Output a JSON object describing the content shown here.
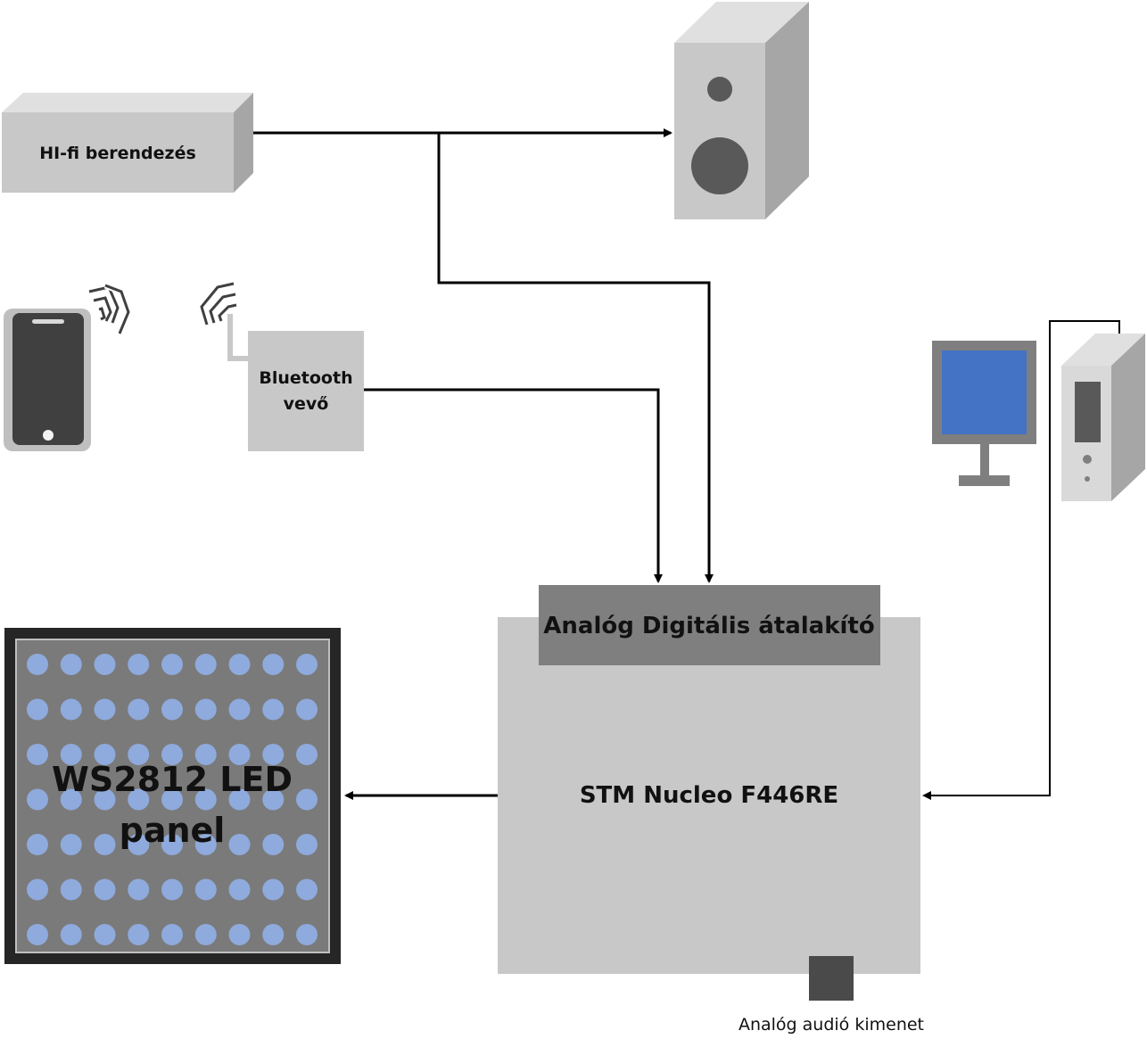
{
  "labels": {
    "hifi": "HI-fi berendezés",
    "bluetooth_line1": "Bluetooth",
    "bluetooth_line2": "vevő",
    "adc": "Analóg Digitális átalakító",
    "nucleo": "STM Nucleo F446RE",
    "led_line1": "WS2812 LED",
    "led_line2": "panel",
    "audio_out": "Analóg audió kimenet"
  },
  "icons": [
    "speaker-icon",
    "smartphone-icon",
    "wireless-signal-icon",
    "monitor-icon",
    "pc-tower-icon",
    "audio-jack-icon"
  ],
  "colors": {
    "box_light": "#c8c8c8",
    "box_side": "#a6a6a6",
    "box_top": "#e0e0e0",
    "adc_fill": "#7f7f7f",
    "led_frame": "#262626",
    "led_bg": "#7a7a7a",
    "led_dot": "#8faadc",
    "monitor_screen": "#4472c4"
  },
  "led_grid": {
    "columns": 9,
    "rows": 7
  }
}
